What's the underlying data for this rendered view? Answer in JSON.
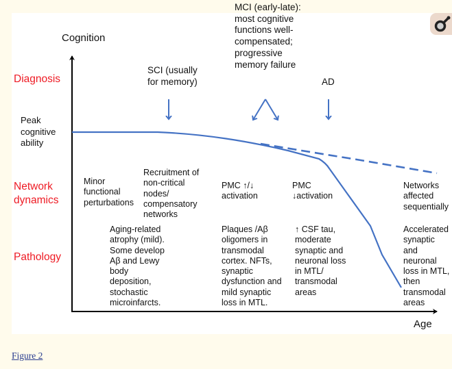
{
  "figure": {
    "link_label": "Figure 2",
    "corner_tool_icon": "magnifier-icon"
  },
  "axes": {
    "y_label": "Cognition",
    "x_label": "Age",
    "peak_label": "Peak\ncognitive\nability"
  },
  "categories": {
    "diagnosis": "Diagnosis",
    "network": "Network\ndynamics",
    "pathology": "Pathology"
  },
  "diagnosis": {
    "sci": "SCI (usually\nfor memory)",
    "mci": "MCI (early-late):\nmost cognitive\nfunctions well-\ncompensated;\nprogressive\nmemory failure",
    "ad": "AD"
  },
  "network": {
    "stage1": "Minor\nfunctional\nperturbations",
    "stage2": "Recruitment of\nnon-critical\nnodes/\ncompensatory\nnetworks",
    "stage3": "PMC ↑/↓\nactivation",
    "stage4": "PMC\n↓activation",
    "stage5": "Networks\naffected\nsequentially"
  },
  "pathology": {
    "stage1": "Aging-related\natrophy (mild).\nSome develop\nAβ and Lewy\nbody\ndeposition,\nstochastic\nmicroinfarcts.",
    "stage2": "Plaques /Aβ\noligomers in\ntransmodal\ncortex. NFTs,\nsynaptic\ndysfunction and\nmild synaptic\nloss in MTL.",
    "stage3": "↑ CSF tau,\nmoderate\nsynaptic and\nneuronal loss\nin MTL/\ntransmodal\nareas",
    "stage4": "Accelerated\nsynaptic\nand\nneuronal\nloss in MTL,\nthen\ntransmodal\nareas"
  },
  "curves": {
    "color": "#4472c4",
    "solid": {
      "name": "pathological-decline"
    },
    "dashed": {
      "name": "normal-aging-trajectory"
    }
  }
}
